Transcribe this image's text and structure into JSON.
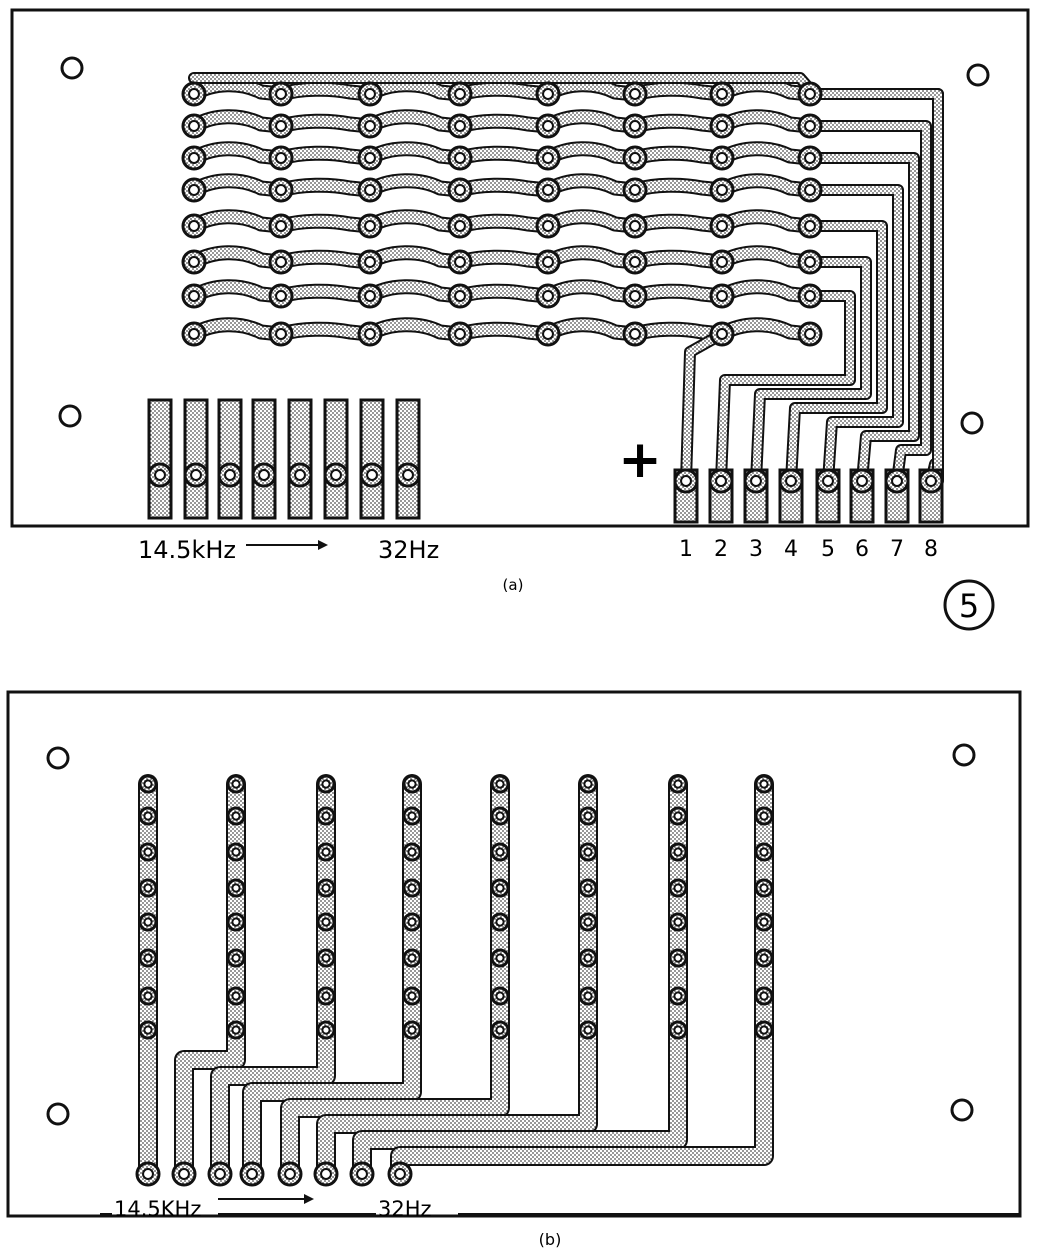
{
  "figure_number": "5",
  "colors": {
    "ink": "#111111",
    "copper_fill": "#c4c4c4",
    "paper": "#ffffff"
  },
  "panel_a": {
    "caption": "(a)",
    "pad_rows": 8,
    "pad_columns": 8,
    "freq_start_label": "14.5kHz",
    "freq_end_label": "32Hz",
    "output_labels": [
      "1",
      "2",
      "3",
      "4",
      "5",
      "6",
      "7",
      "8"
    ],
    "polarity_mark": "+"
  },
  "panel_b": {
    "caption": "(b)",
    "strip_count": 8,
    "pads_per_strip": 8,
    "freq_start_label": "14.5KHz",
    "freq_end_label": "32Hz"
  }
}
